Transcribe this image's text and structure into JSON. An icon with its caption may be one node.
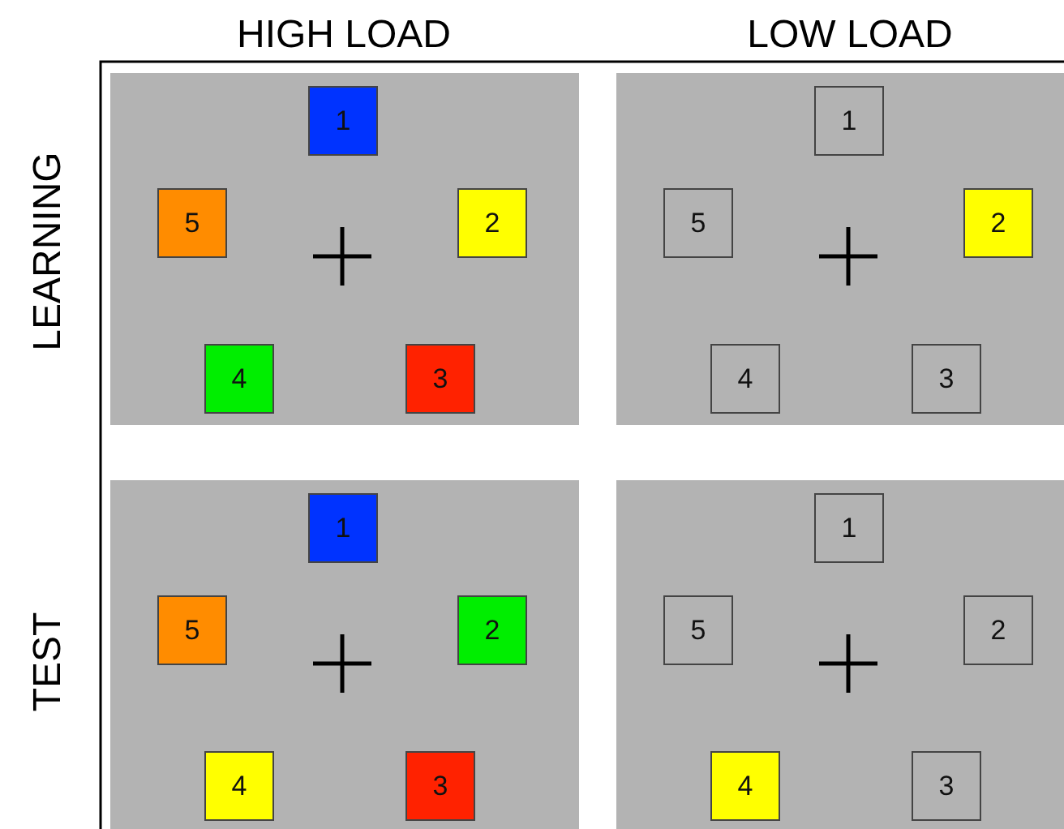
{
  "diagram": {
    "nodes": [
      {
        "text": [],
        "shape": "box"
      },
      {
        "text": [
          "1"
        ],
        "in": 0
      },
      {
        "text": [
          "5"
        ],
        "in": 0
      },
      {
        "text": [
          "2"
        ],
        "in": 0
      },
      {
        "text": [
          "4"
        ],
        "in": 0
      },
      {
        "text": [
          "3"
        ],
        "in": 0
      },
      {
        "text": [],
        "shape": "box"
      },
      {
        "text": [
          "1"
        ],
        "in": 6
      },
      {
        "text": [
          "5"
        ],
        "in": 6
      },
      {
        "text": [
          "2"
        ],
        "in": 6
      },
      {
        "text": [
          "4"
        ],
        "in": 6
      },
      {
        "text": [
          "3"
        ],
        "in": 6
      },
      {
        "text": [],
        "shape": "box"
      },
      {
        "text": [
          "1"
        ],
        "in": 12
      },
      {
        "text": [
          "5"
        ],
        "in": 12
      },
      {
        "text": [
          "2"
        ],
        "in": 12
      },
      {
        "text": [
          "4"
        ],
        "in": 12
      },
      {
        "text": [
          "3"
        ],
        "in": 12
      },
      {
        "text": [],
        "shape": "box"
      },
      {
        "text": [
          "1"
        ],
        "in": 18
      },
      {
        "text": [
          "5"
        ],
        "in": 18
      },
      {
        "text": [
          "2"
        ],
        "in": 18
      },
      {
        "text": [
          "4"
        ],
        "in": 18
      },
      {
        "text": [
          "3"
        ],
        "in": 18
      }
    ],
    "labels": [
      "HIGH LOAD",
      "LOW LOAD",
      "LEARNING",
      "TEST"
    ]
  }
}
